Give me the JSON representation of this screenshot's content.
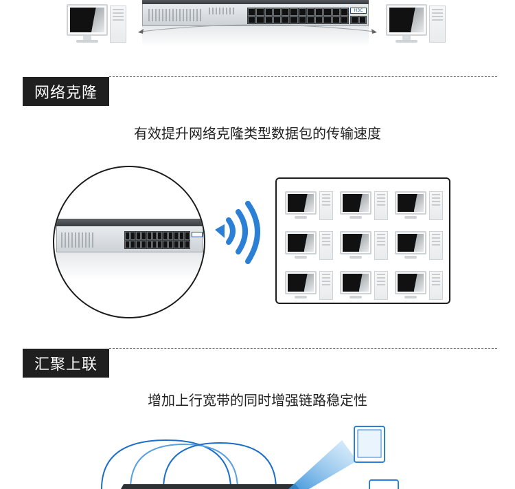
{
  "sections": [
    {
      "tag": "网络克隆",
      "subtitle": "有效提升网络克隆类型数据包的传输速度"
    },
    {
      "tag": "汇聚上联",
      "subtitle": "增加上行宽带的同时增强链路稳定性"
    }
  ],
  "switch_brand_text": "H3C",
  "colors": {
    "tag_bg": "#1f1f1f",
    "wifi_blue": "#2b7fd4",
    "arc_blue": "#1d6fc7"
  }
}
